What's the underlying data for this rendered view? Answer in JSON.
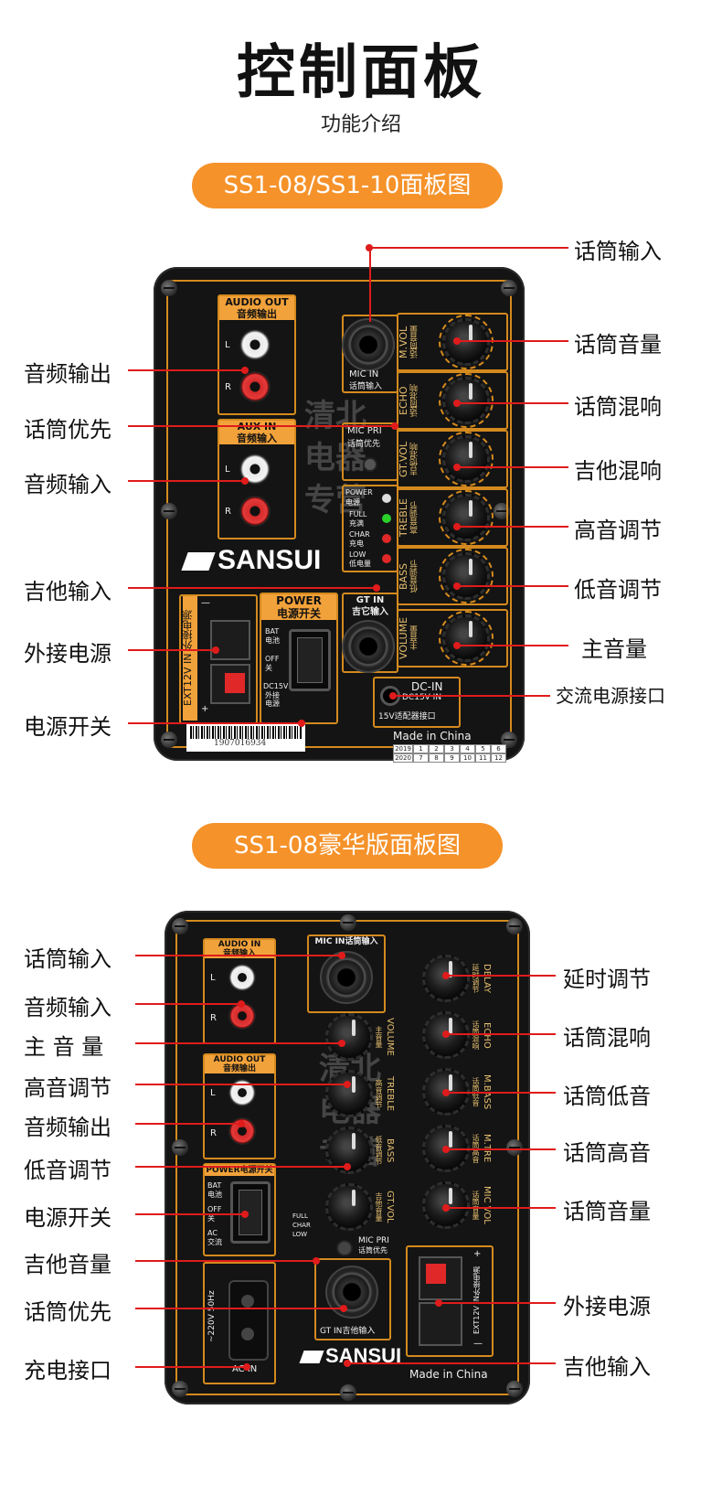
{
  "header": {
    "title": "控制面板",
    "subtitle": "功能介绍"
  },
  "sections": [
    {
      "pill": "SS1-08/SS1-10面板图"
    },
    {
      "pill": "SS1-08豪华版面板图"
    }
  ],
  "panel1": {
    "audio_out_en": "AUDIO OUT",
    "audio_out_cn": "音频输出",
    "aux_in_en": "AUX IN",
    "aux_in_cn": "音频输入",
    "l": "L",
    "r": "R",
    "mic_in": "MIC IN",
    "mic_in_cn": "话筒输入",
    "mic_pri": "MIC PRI",
    "mic_pri_cn": "话筒优先",
    "power_led": "POWER",
    "power_led_cn": "电源",
    "full": "FULL",
    "full_cn": "充满",
    "char": "CHAR",
    "char_cn": "充电",
    "low": "LOW",
    "low_cn": "低电量",
    "brand": "SANSUI",
    "power_en": "POWER",
    "power_cn": "电源开关",
    "bat": "BAT",
    "bat_cn": "电池",
    "off": "OFF",
    "off_cn": "关",
    "dc15": "DC15V",
    "dc15_cn": "外接",
    "dc15_cn2": "电源",
    "ext": "EXT12V IN 外接电源",
    "minus": "—",
    "plus": "+",
    "gt_in": "GT IN",
    "gt_in_cn": "吉它输入",
    "dc_in": "DC-IN",
    "dc_in_sub": "DC15V IN",
    "dc_in_adapter": "15V适配器接口",
    "made": "Made in China",
    "serial": "1907016934",
    "knobs": [
      {
        "en": "M.VOL",
        "cn": "话筒音量"
      },
      {
        "en": "ECHO",
        "cn": "话筒混响"
      },
      {
        "en": "GT.VOL",
        "cn": "吉他混响"
      },
      {
        "en": "TREBLE",
        "cn": "高音调节"
      },
      {
        "en": "BASS",
        "cn": "低音调节"
      },
      {
        "en": "VOLUME",
        "cn": "主音量"
      }
    ],
    "calendar_row1": [
      "2019",
      "1",
      "2",
      "3",
      "4",
      "5",
      "6"
    ],
    "calendar_row2": [
      "2020",
      "7",
      "8",
      "9",
      "10",
      "11",
      "12"
    ]
  },
  "callouts1": {
    "left": [
      "音频输出",
      "话筒优先",
      "音频输入",
      "吉他输入",
      "外接电源",
      "电源开关"
    ],
    "right": [
      "话筒输入",
      "话筒音量",
      "话筒混响",
      "吉他混响",
      "高音调节",
      "低音调节",
      "主音量",
      "交流电源接口"
    ]
  },
  "panel2": {
    "audio_in_en": "AUDIO IN",
    "audio_in_cn": "音频输入",
    "audio_out_en": "AUDIO OUT",
    "audio_out_cn": "音频输出",
    "l": "L",
    "r": "R",
    "mic_in": "MIC IN话筒输入",
    "power": "POWER电源开关",
    "bat": "BAT",
    "bat_cn": "电池",
    "off": "OFF",
    "off_cn": "关",
    "ac": "AC",
    "ac_cn": "交流",
    "ac_in": "AC IN",
    "voltage": "~220V 50Hz",
    "mic_pri": "MIC PRI",
    "mic_pri_cn": "话筒优先",
    "full": "FULL",
    "char": "CHAR",
    "low": "LOW",
    "gt_in": "GT IN吉他输入",
    "brand": "SANSUI",
    "ext": "EXT12V IN外接电源",
    "made": "Made in China",
    "minus": "—",
    "plus": "+",
    "knobs_left": [
      {
        "en": "VOLUME",
        "cn": "主音量"
      },
      {
        "en": "TREBLE",
        "cn": "高音调节"
      },
      {
        "en": "BASS",
        "cn": "低音调节"
      },
      {
        "en": "GT.VOL",
        "cn": "吉他音量"
      }
    ],
    "knobs_right": [
      {
        "en": "DELAY",
        "cn": "延时调节"
      },
      {
        "en": "ECHO",
        "cn": "话筒混响"
      },
      {
        "en": "M.BASS",
        "cn": "话筒低音"
      },
      {
        "en": "M.TRE",
        "cn": "话筒高音"
      },
      {
        "en": "MIC VOL",
        "cn": "话筒音量"
      }
    ]
  },
  "callouts2": {
    "left": [
      "话筒输入",
      "音频输入",
      "主 音 量",
      "高音调节",
      "音频输出",
      "低音调节",
      "电源开关",
      "吉他音量",
      "话筒优先",
      "充电接口"
    ],
    "right": [
      "延时调节",
      "话筒混响",
      "话筒低音",
      "话筒高音",
      "话筒音量",
      "外接电源",
      "吉他输入"
    ]
  },
  "watermark": "清北电器专营",
  "colors": {
    "accent": "#f5922a",
    "line": "#e01b1b",
    "panel": "#141414",
    "trim": "#d48a1e"
  }
}
